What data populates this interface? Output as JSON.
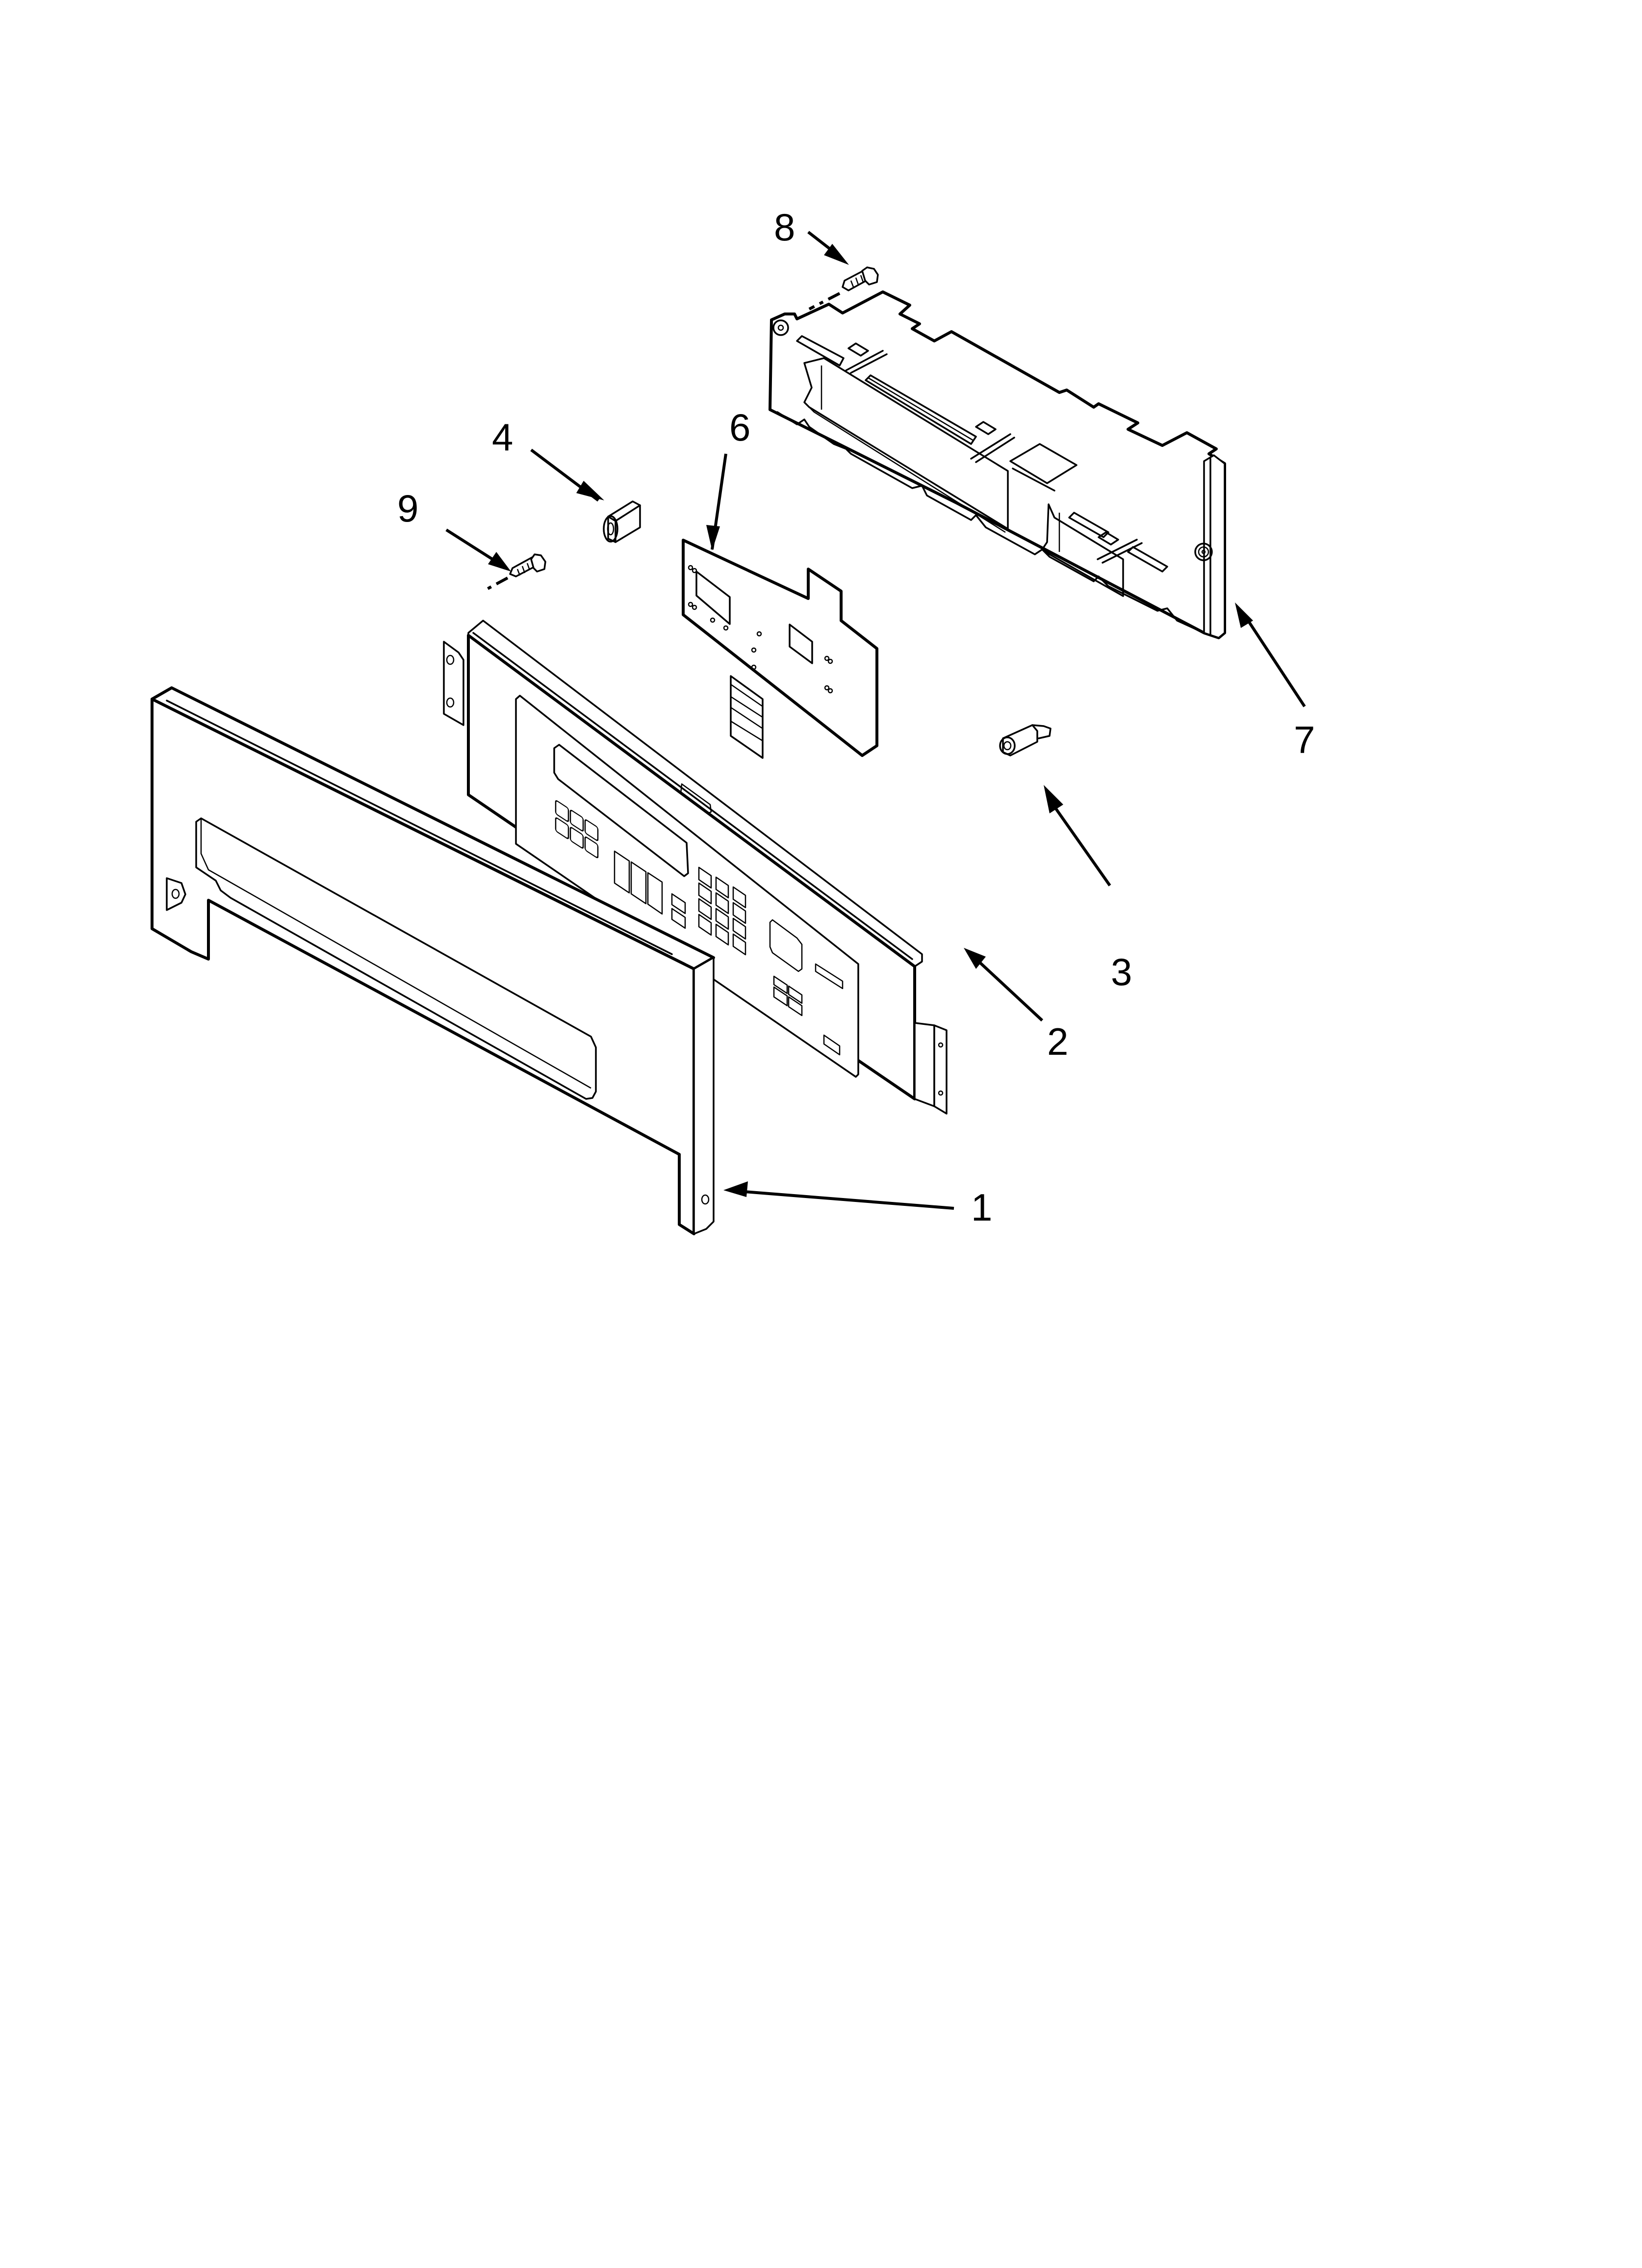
{
  "diagram": {
    "type": "exploded-parts-view",
    "background": "#ffffff",
    "line_color": "#000000",
    "parts": [
      {
        "callout": "1",
        "name": "control-panel-trim"
      },
      {
        "callout": "2",
        "name": "control-panel-with-keypad"
      },
      {
        "callout": "3",
        "name": "standoff-spacer"
      },
      {
        "callout": "4",
        "name": "spacer"
      },
      {
        "callout": "6",
        "name": "mounting-plate"
      },
      {
        "callout": "7",
        "name": "electronic-control-board"
      },
      {
        "callout": "8",
        "name": "screw"
      },
      {
        "callout": "9",
        "name": "screw"
      }
    ],
    "callouts": {
      "c1": "1",
      "c2": "2",
      "c3": "3",
      "c4": "4",
      "c6": "6",
      "c7": "7",
      "c8": "8",
      "c9": "9"
    }
  }
}
